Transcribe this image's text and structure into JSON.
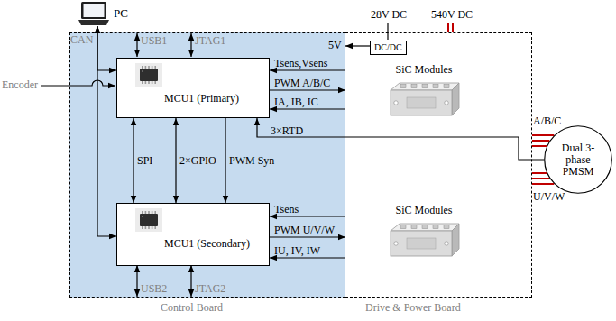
{
  "diagram": {
    "nodes": [
      {
        "text": [
          "PC"
        ]
      },
      {
        "text": [
          "Control Board"
        ]
      },
      {
        "text": [
          "MCU1 (Primary)"
        ],
        "in": 1
      },
      {
        "text": [
          "MCU1 (Secondary)"
        ],
        "in": 1
      },
      {
        "text": [
          "Drive & Power Board"
        ]
      },
      {
        "text": [
          "DC/DC"
        ],
        "in": 4
      },
      {
        "text": [
          "SiC Modules"
        ],
        "in": 4
      },
      {
        "text": [
          "SiC Modules"
        ],
        "in": 4
      },
      {
        "text": [
          "Dual 3-phase PMSM"
        ]
      }
    ],
    "edges": [
      {
        "from": 0,
        "to": 2,
        "arrow": "both"
      },
      {
        "from": 0,
        "to": 3,
        "arrow": "both"
      },
      {
        "from": 2,
        "to": 3,
        "arrow": "both"
      },
      {
        "from": 2,
        "to": 3,
        "arrow": "both"
      },
      {
        "from": 2,
        "to": 3,
        "arrow": "to"
      },
      {
        "from": 4,
        "to": 2,
        "arrow": "to"
      },
      {
        "from": 2,
        "to": 4,
        "arrow": "to"
      },
      {
        "from": 4,
        "to": 2,
        "arrow": "to"
      },
      {
        "from": 8,
        "to": 2,
        "arrow": "to"
      },
      {
        "from": 4,
        "to": 3,
        "arrow": "to"
      },
      {
        "from": 3,
        "to": 4,
        "arrow": "to"
      },
      {
        "from": 4,
        "to": 3,
        "arrow": "to"
      },
      {
        "from": 5,
        "to": 1,
        "arrow": "to"
      },
      {
        "from": 4,
        "to": 8,
        "arrow": "none"
      },
      {
        "from": 4,
        "to": 8,
        "arrow": "none"
      }
    ],
    "labels": [
      "CAN",
      "USB1",
      "JTAG1",
      "Encoder",
      "28V DC",
      "540V DC",
      "5V",
      "Tsens,Vsens",
      "PWM A/B/C",
      "IA, IB, IC",
      "SPI",
      "2×GPIO",
      "PWM Syn",
      "3×RTD",
      "A/B/C",
      "U/V/W",
      "Tsens",
      "PWM U/V/W",
      "IU, IV, IW",
      "USB2",
      "JTAG2"
    ]
  }
}
